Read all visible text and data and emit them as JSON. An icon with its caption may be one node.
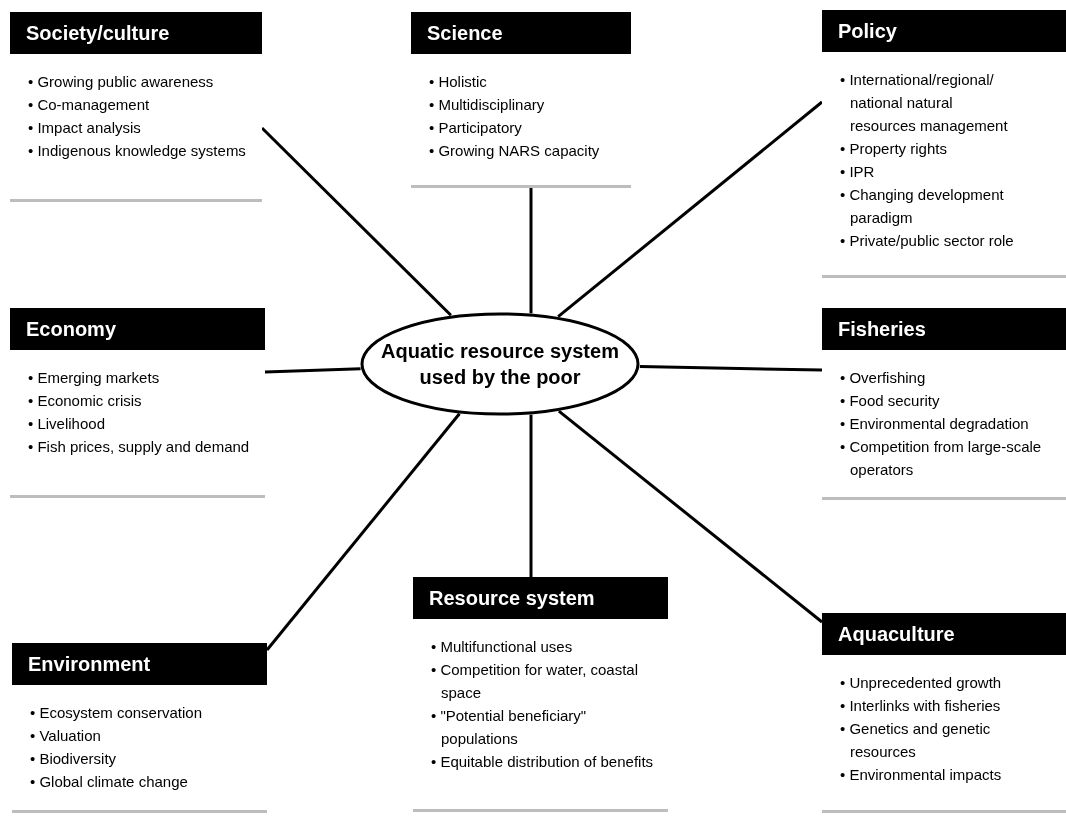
{
  "diagram": {
    "nodes": [
      {
        "text": [
          "Aquatic resource system used by the poor"
        ]
      },
      {
        "text": [
          "Society/culture",
          "• Growing public awareness",
          "• Co-management",
          "• Impact analysis",
          "• Indigenous knowledge systems"
        ]
      },
      {
        "text": [
          "Science",
          "• Holistic",
          "• Multidisciplinary",
          "• Participatory",
          "• Growing NARS capacity"
        ]
      },
      {
        "text": [
          "Policy",
          "• International/regional/ national natural resources management",
          "• Property rights",
          "• IPR",
          "• Changing development paradigm",
          "• Private/public sector role"
        ]
      },
      {
        "text": [
          "Economy",
          "• Emerging markets",
          "• Economic crisis",
          "• Livelihood",
          "• Fish prices, supply and demand"
        ]
      },
      {
        "text": [
          "Fisheries",
          "• Overfishing",
          "• Food security",
          "• Environmental degradation",
          "• Competition from large-scale operators"
        ]
      },
      {
        "text": [
          "Resource system",
          "• Multifunctional uses",
          "• Competition for water, coastal space",
          "• \"Potential beneficiary\" populations",
          "• Equitable distribution of benefits"
        ]
      },
      {
        "text": [
          "Environment",
          "• Ecosystem conservation",
          "• Valuation",
          "• Biodiversity",
          "• Global climate change"
        ]
      },
      {
        "text": [
          "Aquaculture",
          "• Unprecedented growth",
          "• Interlinks with fisheries",
          "• Genetics and genetic resources",
          "• Environmental impacts"
        ]
      }
    ],
    "edges": [
      {
        "from": 0,
        "to": 1,
        "arrow": "none"
      },
      {
        "from": 0,
        "to": 2,
        "arrow": "none"
      },
      {
        "from": 0,
        "to": 3,
        "arrow": "none"
      },
      {
        "from": 0,
        "to": 4,
        "arrow": "none"
      },
      {
        "from": 0,
        "to": 5,
        "arrow": "none"
      },
      {
        "from": 0,
        "to": 6,
        "arrow": "none"
      },
      {
        "from": 0,
        "to": 7,
        "arrow": "none"
      },
      {
        "from": 0,
        "to": 8,
        "arrow": "none"
      }
    ]
  }
}
